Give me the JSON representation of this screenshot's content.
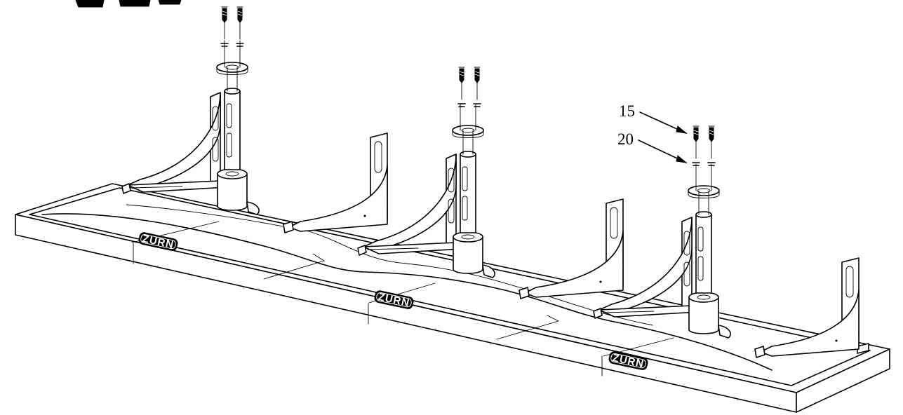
{
  "drawing": {
    "callouts": [
      {
        "label": "15",
        "target": "screw"
      },
      {
        "label": "20",
        "target": "washer"
      }
    ],
    "logos": [
      {
        "text": "ZURN"
      },
      {
        "text": "ZURN"
      },
      {
        "text": "ZURN"
      }
    ]
  }
}
